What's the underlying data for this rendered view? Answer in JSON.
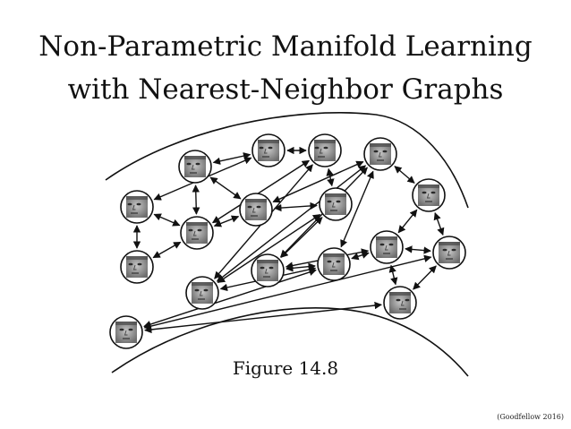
{
  "title": {
    "line1": "Non-Parametric Manifold Learning",
    "line2": "with Nearest-Neighbor Graphs"
  },
  "caption": "Figure 14.8",
  "citation": "(Goodfellow 2016)",
  "colors": {
    "ink": "#111111",
    "face_light": "#b4b4b4",
    "face_dark": "#4a4a4a"
  },
  "nodes": [
    {
      "id": "n1",
      "icon": "face-thumbnail-icon",
      "pose": "left"
    },
    {
      "id": "n2",
      "icon": "face-thumbnail-icon",
      "pose": "left-down"
    },
    {
      "id": "n3",
      "icon": "face-thumbnail-icon",
      "pose": "left"
    },
    {
      "id": "n4",
      "icon": "face-thumbnail-icon",
      "pose": "left-down"
    },
    {
      "id": "n5",
      "icon": "face-thumbnail-icon",
      "pose": "left-up"
    },
    {
      "id": "n6",
      "icon": "face-thumbnail-icon",
      "pose": "left-profile"
    },
    {
      "id": "n7",
      "icon": "face-thumbnail-icon",
      "pose": "left-tilt"
    },
    {
      "id": "n8",
      "icon": "face-thumbnail-icon",
      "pose": "left-tilt"
    },
    {
      "id": "n9",
      "icon": "face-thumbnail-icon",
      "pose": "three-quarter"
    },
    {
      "id": "n10",
      "icon": "face-thumbnail-icon",
      "pose": "frontal"
    },
    {
      "id": "n11",
      "icon": "face-thumbnail-icon",
      "pose": "three-quarter"
    },
    {
      "id": "n12",
      "icon": "face-thumbnail-icon",
      "pose": "frontal"
    },
    {
      "id": "n13",
      "icon": "face-thumbnail-icon",
      "pose": "frontal"
    },
    {
      "id": "n14",
      "icon": "face-thumbnail-icon",
      "pose": "frontal"
    },
    {
      "id": "n15",
      "icon": "face-thumbnail-icon",
      "pose": "frontal"
    },
    {
      "id": "n16",
      "icon": "face-thumbnail-icon",
      "pose": "frontal"
    },
    {
      "id": "n17",
      "icon": "face-thumbnail-icon",
      "pose": "right"
    }
  ],
  "edges": [
    [
      "n1",
      "n2"
    ],
    [
      "n1",
      "n3"
    ],
    [
      "n1",
      "n6"
    ],
    [
      "n2",
      "n5"
    ],
    [
      "n2",
      "n7"
    ],
    [
      "n3",
      "n4"
    ],
    [
      "n3",
      "n5"
    ],
    [
      "n4",
      "n5"
    ],
    [
      "n5",
      "n6"
    ],
    [
      "n5",
      "n7"
    ],
    [
      "n6",
      "n8"
    ],
    [
      "n6",
      "n9"
    ],
    [
      "n7",
      "n8"
    ],
    [
      "n7",
      "n10"
    ],
    [
      "n8",
      "n9"
    ],
    [
      "n8",
      "n11"
    ],
    [
      "n9",
      "n10"
    ],
    [
      "n9",
      "n12"
    ],
    [
      "n10",
      "n11"
    ],
    [
      "n10",
      "n12"
    ],
    [
      "n10",
      "n13"
    ],
    [
      "n11",
      "n12"
    ],
    [
      "n11",
      "n14"
    ],
    [
      "n12",
      "n14"
    ],
    [
      "n12",
      "n15"
    ],
    [
      "n13",
      "n14"
    ],
    [
      "n13",
      "n16"
    ],
    [
      "n14",
      "n16"
    ],
    [
      "n14",
      "n17"
    ],
    [
      "n15",
      "n16"
    ],
    [
      "n15",
      "n17"
    ],
    [
      "n16",
      "n17"
    ]
  ]
}
